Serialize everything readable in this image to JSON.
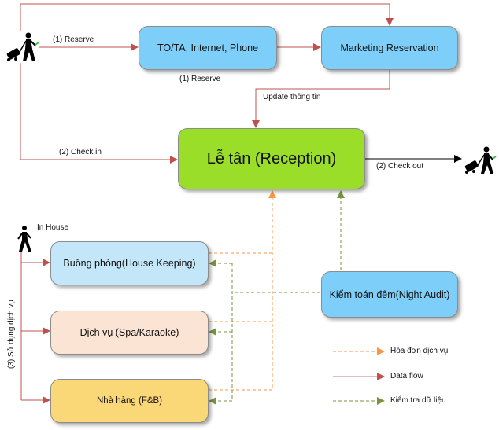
{
  "diagram": {
    "nodes": {
      "tota": "TO/TA, Internet, Phone",
      "marketing": "Marketing Reservation",
      "reception": "Lễ tân (Reception)",
      "housekeeping": "Buồng phòng(House Keeping)",
      "services": "Dịch vụ (Spa/Karaoke)",
      "restaurant": "Nhà hàng (F&B)",
      "nightaudit": "Kiểm toán đêm(Night Audit)"
    },
    "edge_labels": {
      "reserve_1": "(1) Reserve",
      "reserve_2": "(1) Reserve",
      "update": "Update thông tin",
      "checkin": "(2) Check in",
      "checkout": "(2) Check out",
      "in_house": "In House",
      "use_services": "(3) Sử dụng dịch vụ"
    },
    "icons": {
      "guest_arriving": "traveler-with-luggage-icon",
      "guest_departing": "traveler-with-luggage-icon",
      "guest_in_house": "walking-person-icon"
    },
    "legend": [
      {
        "label": "Hóa đơn dịch vụ",
        "style": "dashed",
        "color": "#f79646"
      },
      {
        "label": "Data flow",
        "style": "solid",
        "color": "#c0504d"
      },
      {
        "label": "Kiểm tra dữ liệu",
        "style": "dashed",
        "color": "#77933c"
      }
    ],
    "colors": {
      "data_flow": "#c0504d",
      "invoice": "#f79646",
      "check": "#77933c",
      "checkout": "#000000",
      "blue_node": "#7dcff9",
      "reception_node": "#9ade2a",
      "housekeeping_node": "#c3e7f8",
      "services_node": "#fce4d5",
      "restaurant_node": "#fad877"
    }
  }
}
